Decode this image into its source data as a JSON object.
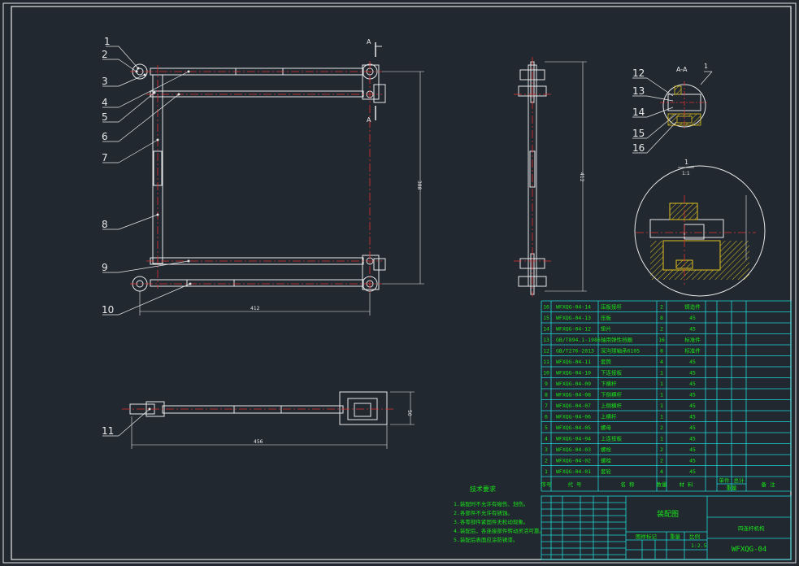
{
  "colors": {
    "background": "#212830",
    "line": "#e8e8e8",
    "green": "#19e619",
    "red": "#e03030",
    "yellow": "#e0c020",
    "table": "#1fd9d9"
  },
  "callouts": [
    "1",
    "2",
    "3",
    "4",
    "5",
    "6",
    "7",
    "8",
    "9",
    "10",
    "11",
    "12",
    "13",
    "14",
    "15",
    "16"
  ],
  "section_label": "A",
  "section_title": "A-A",
  "section_ref": "1",
  "detail_label": "1",
  "detail_scale": "1:1",
  "dims": {
    "top_width": "412",
    "top_height": "388",
    "side_height": "412",
    "bottom_width": "456",
    "bottom_height": "50"
  },
  "parts": [
    {
      "no": "16",
      "code": "WFXQG-04-14",
      "name": "压板接杆",
      "qty": "2",
      "mat": "铸造件"
    },
    {
      "no": "15",
      "code": "WFXQG-04-13",
      "name": "压板",
      "qty": "8",
      "mat": "45"
    },
    {
      "no": "14",
      "code": "WFXQG-04-12",
      "name": "垫片",
      "qty": "2",
      "mat": "45"
    },
    {
      "no": "13",
      "code": "GB/T894.1-1986",
      "name": "轴用弹性挡圈",
      "qty": "16",
      "mat": "标准件"
    },
    {
      "no": "12",
      "code": "GB/T276-2013",
      "name": "深沟球轴承6105",
      "qty": "8",
      "mat": "标准件"
    },
    {
      "no": "11",
      "code": "WFXQG-04-11",
      "name": "套筒",
      "qty": "4",
      "mat": "45"
    },
    {
      "no": "10",
      "code": "WFXQG-04-10",
      "name": "下连接板",
      "qty": "1",
      "mat": "45"
    },
    {
      "no": "9",
      "code": "WFXQG-04-09",
      "name": "下横杆",
      "qty": "1",
      "mat": "45"
    },
    {
      "no": "8",
      "code": "WFXQG-04-08",
      "name": "下侧横杆",
      "qty": "1",
      "mat": "45"
    },
    {
      "no": "7",
      "code": "WFXQG-04-07",
      "name": "上侧横杆",
      "qty": "1",
      "mat": "45"
    },
    {
      "no": "6",
      "code": "WFXQG-04-06",
      "name": "上横杆",
      "qty": "1",
      "mat": "45"
    },
    {
      "no": "5",
      "code": "WFXQG-04-05",
      "name": "螺母",
      "qty": "2",
      "mat": "45"
    },
    {
      "no": "4",
      "code": "WFXQG-04-04",
      "name": "上连接板",
      "qty": "1",
      "mat": "45"
    },
    {
      "no": "3",
      "code": "WFXQG-04-03",
      "name": "螺栓",
      "qty": "2",
      "mat": "45"
    },
    {
      "no": "2",
      "code": "WFXQG-04-02",
      "name": "螺栓",
      "qty": "2",
      "mat": "45"
    },
    {
      "no": "1",
      "code": "WFXQG-04-01",
      "name": "套轮",
      "qty": "4",
      "mat": "45"
    }
  ],
  "table_header": {
    "no": "序号",
    "code": "代  号",
    "name": "名  称",
    "qty": "数量",
    "mat": "材  料",
    "unit_w": "单件",
    "total_w": "总计",
    "weight": "重量",
    "remark": "备  注"
  },
  "tech": {
    "title": "技术要求",
    "lines": [
      "1.装配时不允许有碰伤、划伤。",
      "2.各部件不允许有锈蚀。",
      "3.各零部件紧固件无松动现象。",
      "4.装配后，各连接部件转动灵活可靠。",
      "5.装配后表面应涂防锈漆。"
    ]
  },
  "title_block": {
    "drawing_title": "装配图",
    "product_name": "四连杆机构",
    "drawing_no": "WFXQG-04",
    "scale": "1:2.5",
    "stage": "图样标记",
    "weight": "重量",
    "scale_label": "比例"
  }
}
